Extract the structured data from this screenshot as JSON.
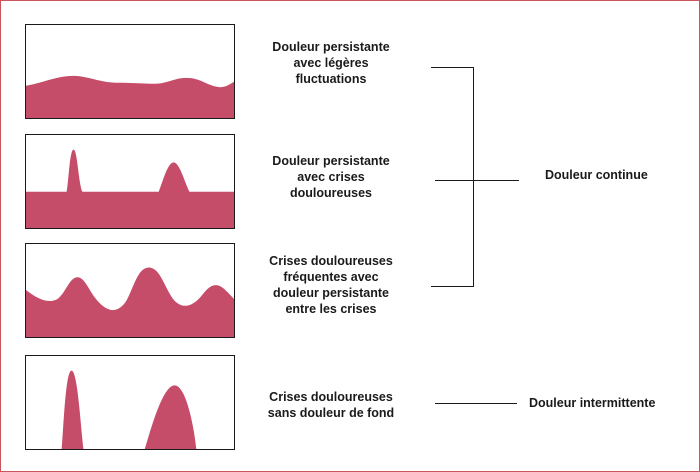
{
  "panels": [
    {
      "label_lines": [
        "Douleur persistante",
        "avec légères",
        "fluctuations"
      ]
    },
    {
      "label_lines": [
        "Douleur persistante",
        "avec crises",
        "douloureuses"
      ]
    },
    {
      "label_lines": [
        "Crises douloureuses",
        "fréquentes avec",
        "douleur persistante",
        "entre les crises"
      ]
    },
    {
      "label_lines": [
        "Crises douloureuses",
        "sans douleur de fond"
      ]
    }
  ],
  "categories": {
    "continuous": "Douleur continue",
    "intermittent": "Douleur intermittente"
  },
  "colors": {
    "pain_fill": "#c64d69",
    "border": "#c9555f",
    "line": "#1a1a1a"
  }
}
